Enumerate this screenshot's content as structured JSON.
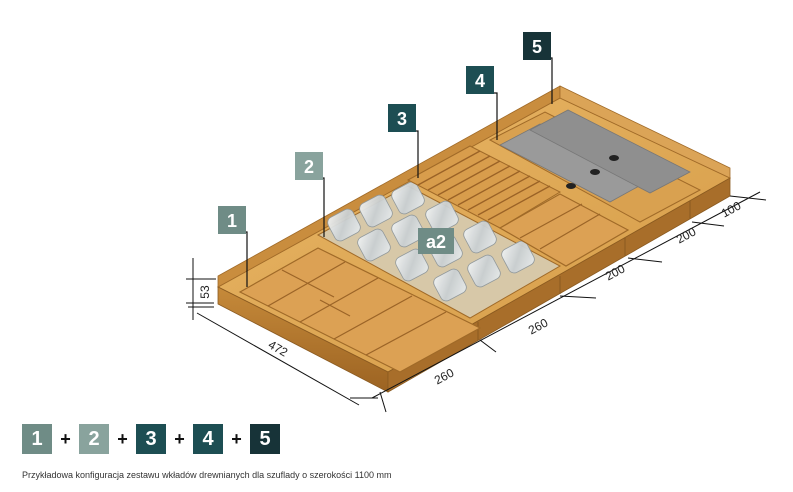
{
  "modules": [
    {
      "label": "1",
      "color": "#6f8c86"
    },
    {
      "label": "2",
      "color": "#89a39d"
    },
    {
      "label": "3",
      "color": "#1d4e53"
    },
    {
      "label": "4",
      "color": "#1d4e53"
    },
    {
      "label": "5",
      "color": "#173338"
    }
  ],
  "insert_label": "a2",
  "plus_sign": "+",
  "dimensions": {
    "height": "53",
    "depth": "472",
    "width_1": "260",
    "width_2": "260",
    "width_3": "200",
    "width_4": "200",
    "width_5": "100"
  },
  "caption": "Przykładowa konfiguracja zestawu wkładów drewnianych dla szuflady o szerokości 1100 mm",
  "colors": {
    "wood_top": "#e2aa55",
    "wood_side": "#b87a2c",
    "felt": "#8c8c8c",
    "dimension_line": "#111111"
  }
}
